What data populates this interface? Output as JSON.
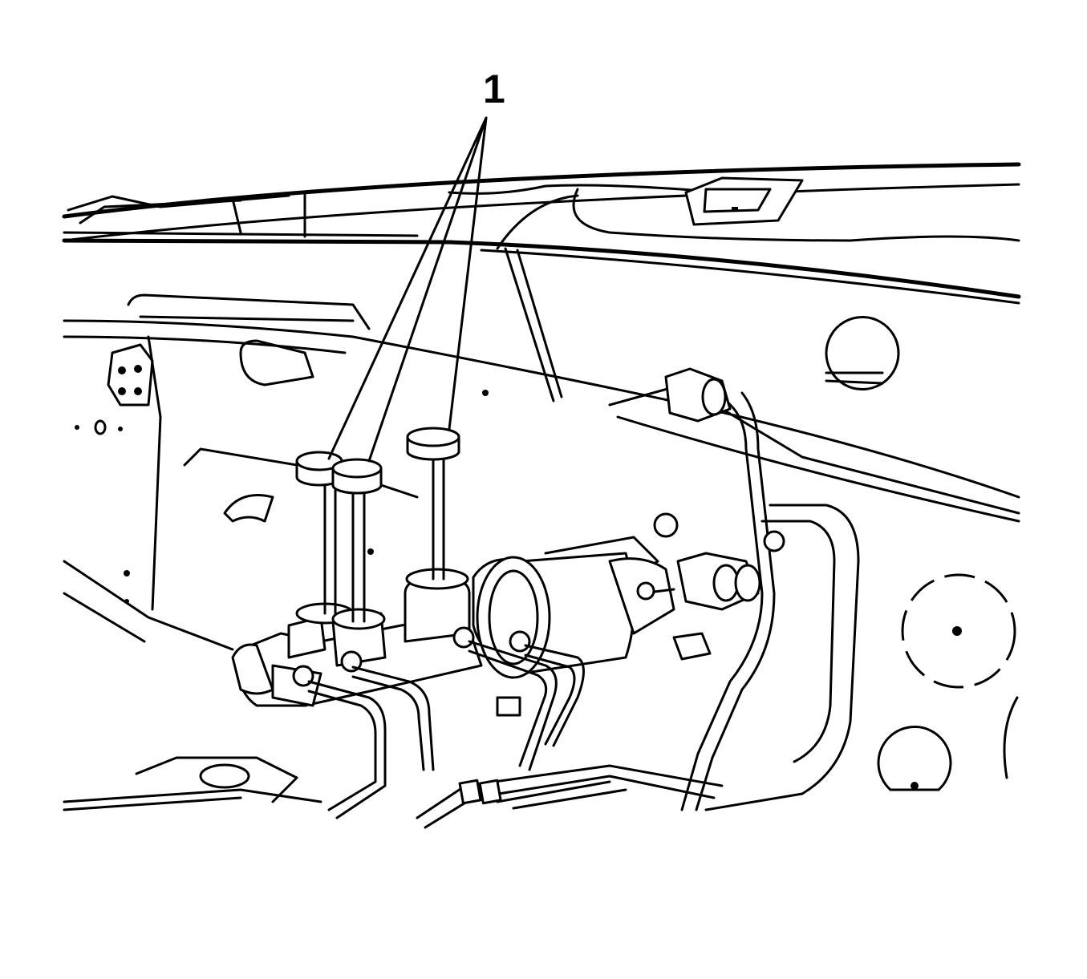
{
  "diagram": {
    "callouts": [
      {
        "label": "1",
        "target_count": 3
      }
    ],
    "parts": {
      "reservoir_plugs": [
        "reservoir-plug-left",
        "reservoir-plug-middle",
        "reservoir-plug-right"
      ]
    }
  }
}
